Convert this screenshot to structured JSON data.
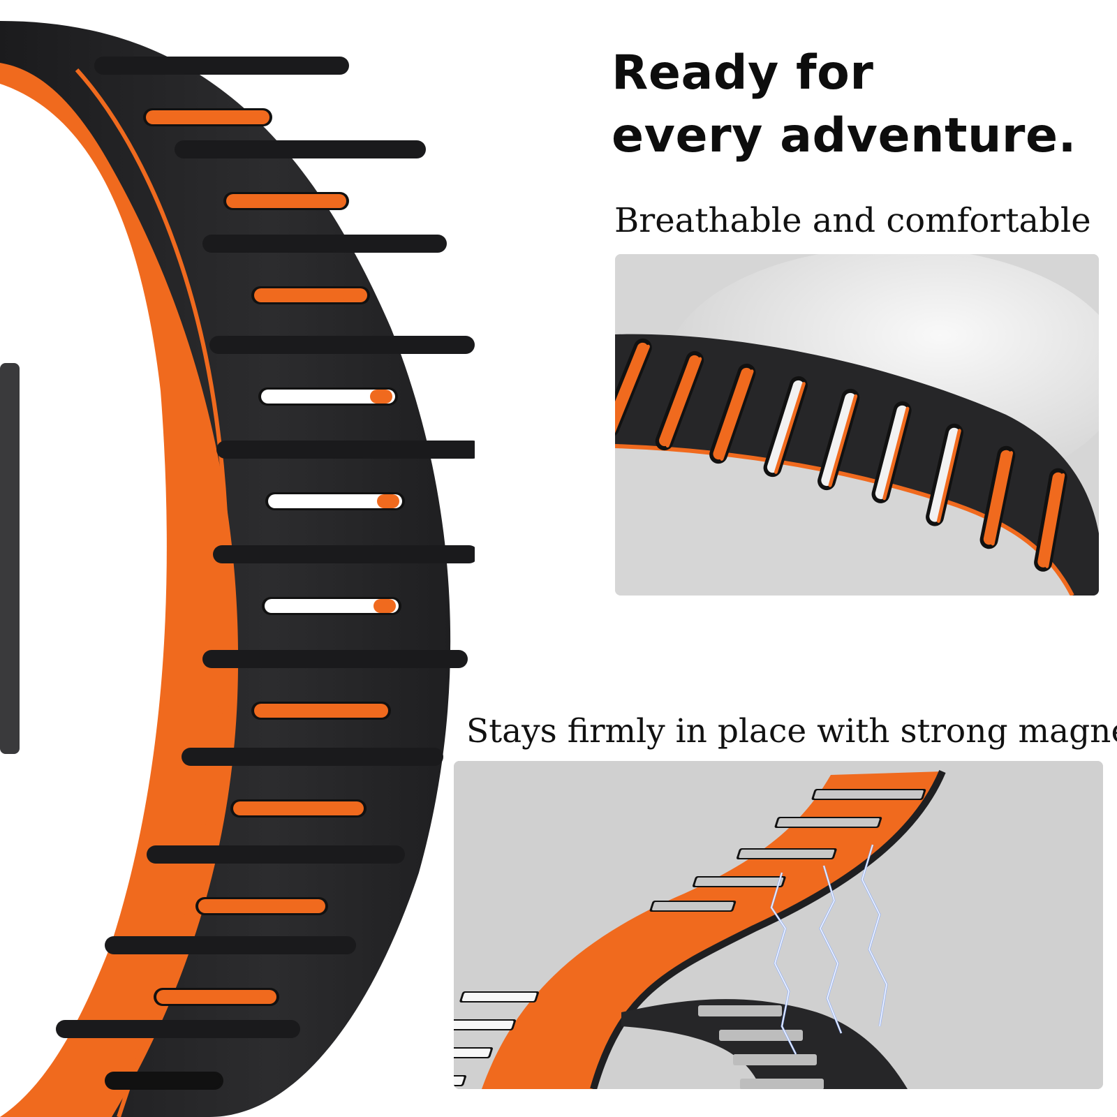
{
  "headline": {
    "line1": "Ready for",
    "line2": "every adventure."
  },
  "features": [
    {
      "caption": "Breathable and comfortable",
      "image": "band-airflow-closeup"
    },
    {
      "caption": "Stays firmly in place with strong magnet",
      "image": "magnetic-clasp-closeup"
    }
  ],
  "colors": {
    "band_black": "#262628",
    "band_orange": "#f06a1e",
    "background": "#ffffff",
    "panel_gray": "#d6d6d6"
  }
}
